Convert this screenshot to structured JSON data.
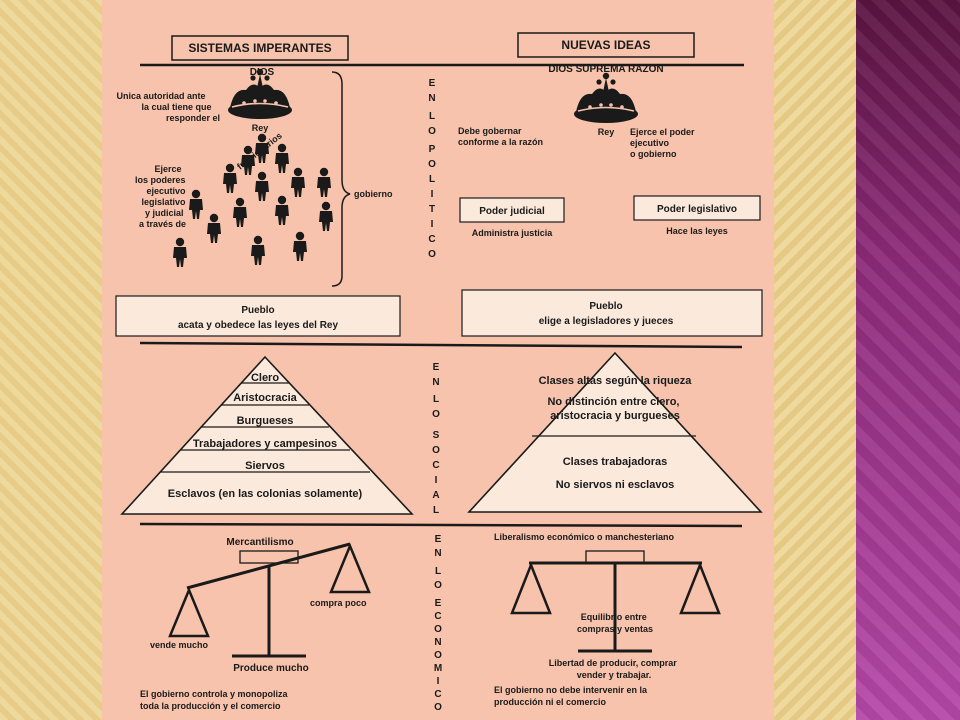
{
  "headers": {
    "left": "SISTEMAS IMPERANTES",
    "right": "NUEVAS IDEAS"
  },
  "vertical_labels": {
    "politico": [
      "E",
      "N",
      "L",
      "O",
      "P",
      "O",
      "L",
      "I",
      "T",
      "I",
      "C",
      "O"
    ],
    "social": [
      "E",
      "N",
      "L",
      "O",
      "S",
      "O",
      "C",
      "I",
      "A",
      "L"
    ],
    "economico": [
      "E",
      "N",
      "L",
      "O",
      "E",
      "C",
      "O",
      "N",
      "O",
      "M",
      "I",
      "C",
      "O"
    ]
  },
  "politico_left": {
    "dios": "DIOS",
    "unica_lines": [
      "Unica autoridad ante",
      "la cual tiene que",
      "responder el"
    ],
    "rey": "Rey",
    "funcionarios": "funcionarios",
    "ejerce_lines": [
      "Ejerce",
      "los poderes",
      "ejecutivo",
      "legislativo",
      "y judicial",
      "a través de"
    ],
    "gobierno": "gobierno",
    "pueblo_title": "Pueblo",
    "pueblo_text": "acata y obedece las leyes del Rey"
  },
  "politico_right": {
    "dios": "DIOS SUPREMA RAZON",
    "debe_lines": [
      "Debe gobernar",
      "conforme a la razón"
    ],
    "rey": "Rey",
    "ejerce_lines": [
      "Ejerce el poder",
      "ejecutivo",
      "o gobierno"
    ],
    "judicial_box": "Poder judicial",
    "judicial_text": "Administra justicia",
    "legislativo_box": "Poder legislativo",
    "legislativo_text": "Hace las leyes",
    "pueblo_title": "Pueblo",
    "pueblo_text": "elige a legisladores y jueces"
  },
  "social_left": [
    "Clero",
    "Aristocracia",
    "Burgueses",
    "Trabajadores y campesinos",
    "Siervos",
    "Esclavos (en las colonias solamente)"
  ],
  "social_right": {
    "tier1": "Clases altas según la riqueza",
    "tier2_lines": [
      "No distinción entre clero,",
      "aristocracia y burgueses"
    ],
    "tier3": "Clases trabajadoras",
    "tier4": "No siervos ni esclavos"
  },
  "economico_left": {
    "title": "Mercantilismo",
    "compra": "compra poco",
    "vende": "vende mucho",
    "produce": "Produce mucho",
    "gobierno_lines": [
      "El gobierno controla y monopoliza",
      "toda la producción y el comercio"
    ]
  },
  "economico_right": {
    "title": "Liberalismo económico o manchesteriano",
    "equilibrio_lines": [
      "Equilibrio entre",
      "compras y ventas"
    ],
    "libertad_lines": [
      "Libertad de producir, comprar",
      "vender y trabajar."
    ],
    "gobierno_lines": [
      "El gobierno no debe intervenir en la",
      "producción ni el comercio"
    ]
  }
}
